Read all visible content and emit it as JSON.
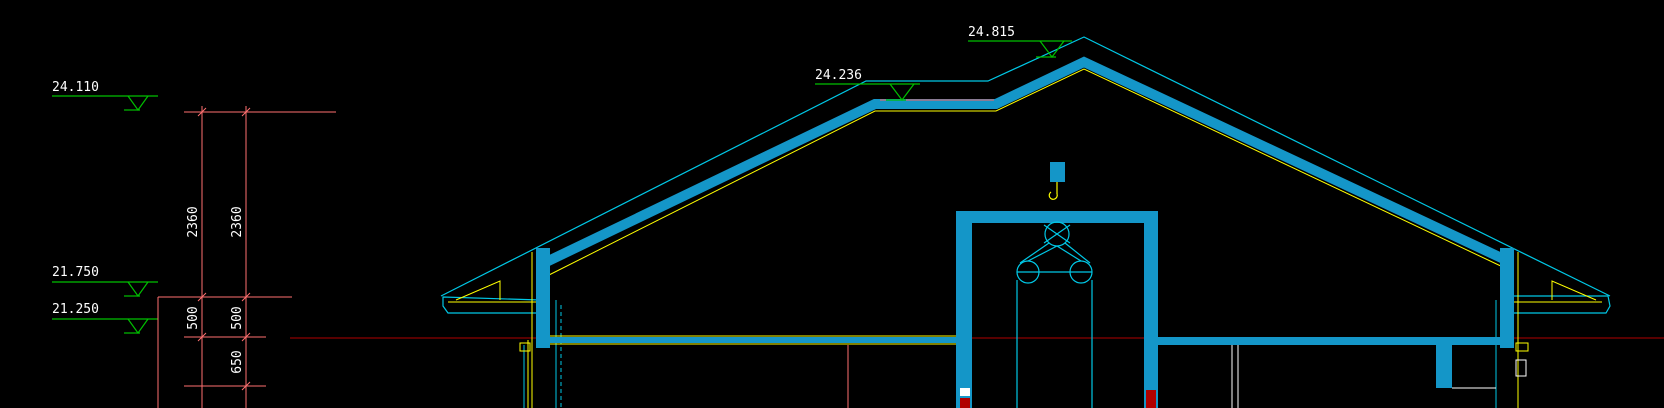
{
  "elevations": {
    "e24110": "24.110",
    "e21750": "21.750",
    "e21250": "21.250",
    "e24236": "24.236",
    "e24815": "24.815"
  },
  "dimensions": {
    "d2360_a": "2360",
    "d2360_b": "2360",
    "d500_a": "500",
    "d500_b": "500",
    "d650": "650"
  },
  "colors": {
    "background": "#000000",
    "structure": "#1496c8",
    "outline": "#00c8e6",
    "finish": "#ffff00",
    "elevation_marker": "#00c000",
    "dimension": "#ff7070",
    "axis": "#b00000",
    "label": "#ffffff"
  }
}
